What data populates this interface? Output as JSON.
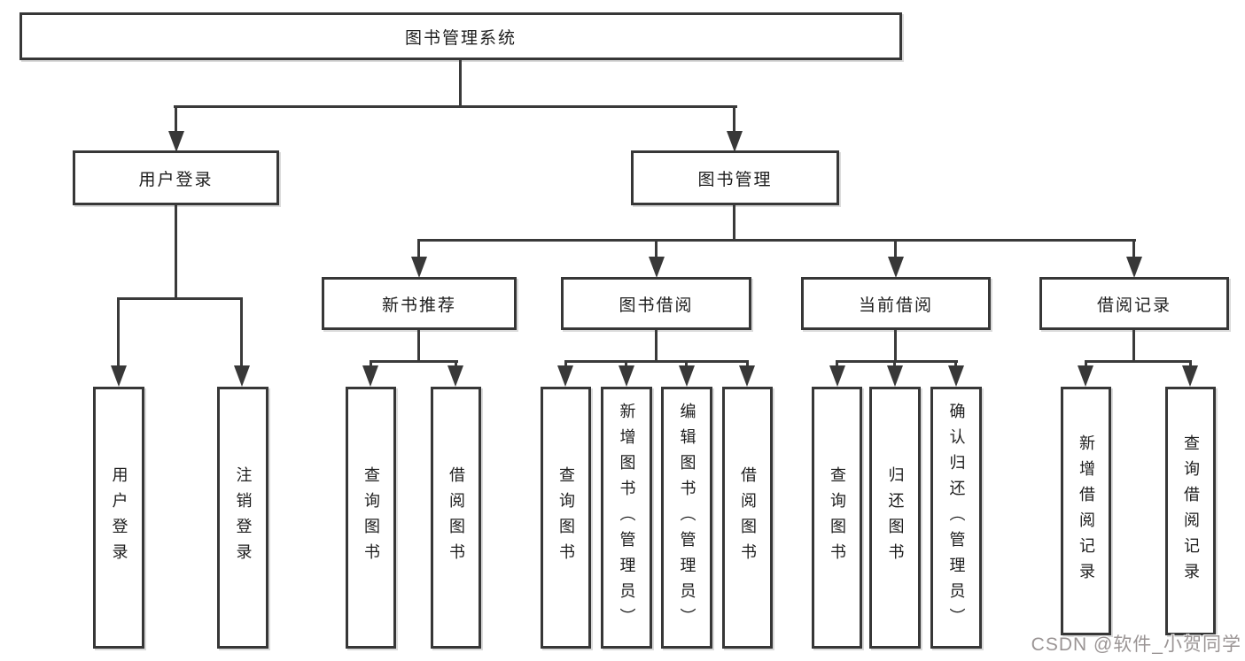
{
  "diagram_title": "图书管理系统",
  "tree": {
    "root": {
      "label": "图书管理系统"
    },
    "branches": [
      {
        "label": "用户登录",
        "leaves": [
          {
            "label": "用户登录"
          },
          {
            "label": "注销登录"
          }
        ]
      },
      {
        "label": "图书管理",
        "groups": [
          {
            "label": "新书推荐",
            "leaves": [
              {
                "label": "查询图书"
              },
              {
                "label": "借阅图书"
              }
            ]
          },
          {
            "label": "图书借阅",
            "leaves": [
              {
                "label": "查询图书"
              },
              {
                "label": "新增图书（管理员）"
              },
              {
                "label": "编辑图书（管理员）"
              },
              {
                "label": "借阅图书"
              }
            ]
          },
          {
            "label": "当前借阅",
            "leaves": [
              {
                "label": "查询图书"
              },
              {
                "label": "归还图书"
              },
              {
                "label": "确认归还（管理员）"
              }
            ]
          },
          {
            "label": "借阅记录",
            "leaves": [
              {
                "label": "新增借阅记录"
              },
              {
                "label": "查询借阅记录"
              }
            ]
          }
        ]
      }
    ]
  },
  "watermark": {
    "text": "CSDN @软件_小贺同学"
  },
  "colors": {
    "line": "#3a3a3a",
    "border": "#373737",
    "text": "#1d1d1d",
    "background": "#ffffff",
    "watermark": "#9a9494"
  }
}
